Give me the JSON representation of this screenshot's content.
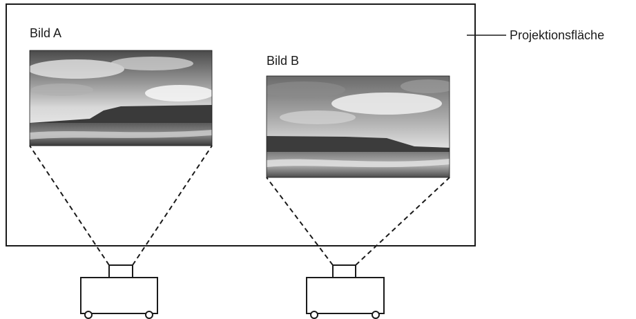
{
  "screen": {
    "label": "Projektionsfläche"
  },
  "images": [
    {
      "id": "a",
      "label": "Bild A"
    },
    {
      "id": "b",
      "label": "Bild B"
    }
  ],
  "colors": {
    "line": "#1a1a1a",
    "sky_dark": "#5a5a5a",
    "sky_light": "#e8e8e8",
    "land": "#3c3c3c",
    "water": "#bdbdbd"
  }
}
